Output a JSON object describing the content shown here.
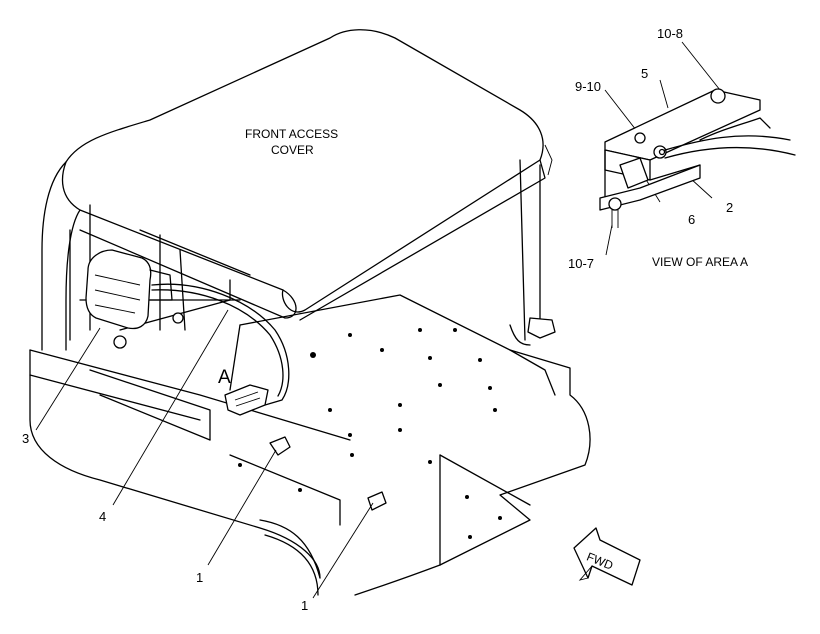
{
  "cover_label": {
    "line1": "FRONT ACCESS",
    "line2": "COVER"
  },
  "area_marker": "A",
  "view_caption": "VIEW OF AREA A",
  "fwd_label": "FWD",
  "callouts": {
    "c1a": "1",
    "c1b": "1",
    "c2": "2",
    "c3": "3",
    "c4": "4",
    "c5": "5",
    "c6": "6",
    "c9_10": "9-10",
    "c10_7": "10-7",
    "c10_8": "10-8"
  }
}
